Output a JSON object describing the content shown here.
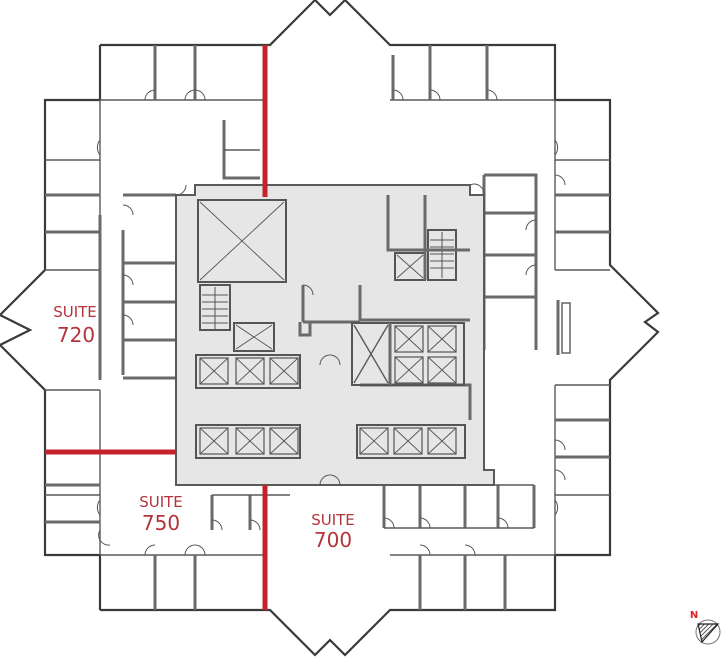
{
  "plan": {
    "suites": [
      {
        "id": "720",
        "label": "SUITE",
        "number": "720"
      },
      {
        "id": "750",
        "label": "SUITE",
        "number": "750"
      },
      {
        "id": "700",
        "label": "SUITE",
        "number": "700"
      }
    ],
    "compass": {
      "label": "N"
    },
    "colors": {
      "suite_divider": "#c4232c",
      "suite_label": "#b3343a",
      "core_fill": "#e6e6e6",
      "compass_label": "#dd2222"
    }
  }
}
